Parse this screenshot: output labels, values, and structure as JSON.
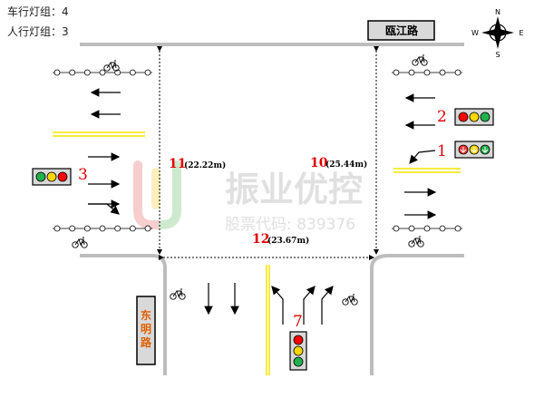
{
  "header": {
    "vehicle_groups": "车行灯组：4",
    "pedestrian_groups": "人行灯组：3"
  },
  "roads": {
    "top": "瓯江路",
    "bottom_left": "东明路"
  },
  "compass": {
    "n": "N",
    "s": "S",
    "e": "E",
    "w": "W"
  },
  "signals": {
    "s1": "1",
    "s2": "2",
    "s3": "3",
    "s7": "7"
  },
  "crosswalks": {
    "c10": {
      "num": "10",
      "len": "(25.44m)"
    },
    "c11": {
      "num": "11",
      "len": "(22.22m)"
    },
    "c12": {
      "num": "12",
      "len": "(23.67m)"
    }
  },
  "watermark": {
    "brand": "振业优控",
    "code": "股票代码: 839376"
  },
  "colors": {
    "red_label": "#e00000",
    "road": "#bdbdbd",
    "yellow_line": "#f2e500",
    "road_name_bg": "#d9d9d9",
    "orange_text": "#e06000"
  }
}
